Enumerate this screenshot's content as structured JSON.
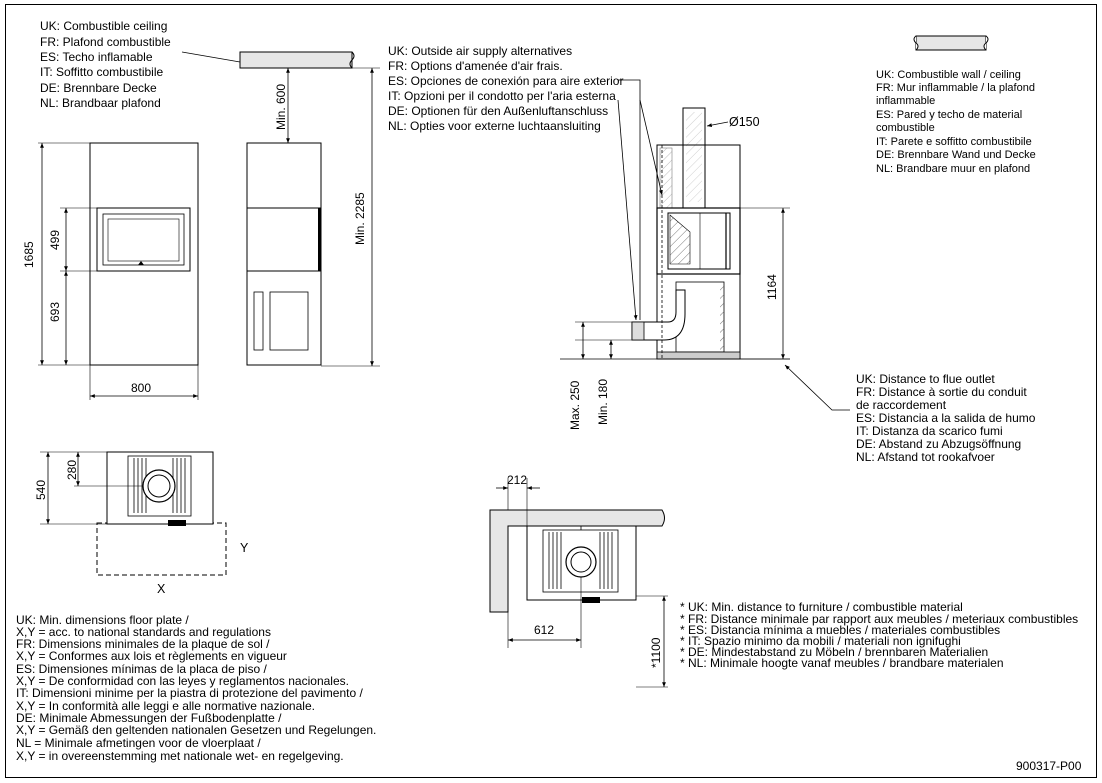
{
  "ceiling_note": [
    "UK: Combustible ceiling",
    "FR: Plafond combustible",
    "ES: Techo inflamable",
    "IT:  Soffitto combustibile",
    "DE: Brennbare Decke",
    "NL:  Brandbaar plafond"
  ],
  "air_supply_note": [
    "UK: Outside air supply alternatives",
    "FR: Options d'amenée d'air frais.",
    "ES: Opciones de conexión para aire exterior",
    "IT:  Opzioni per il condotto per l'aria esterna",
    "DE: Optionen für den Außenluftanschluss",
    "NL: Opties voor externe luchtaansluiting"
  ],
  "wall_note": [
    "UK: Combustible wall / ceiling",
    "FR: Mur inflammable / la plafond",
    "inflammable",
    "ES: Pared y techo de material",
    "combustible",
    "IT: Parete e soffitto combustibile",
    "DE: Brennbare Wand und Decke",
    "NL: Brandbare muur en plafond"
  ],
  "flue_note": [
    "UK: Distance to flue outlet",
    "FR: Distance à sortie du conduit",
    "de raccordement",
    "ES: Distancia a la salida de humo",
    "IT: Distanza da scarico fumi",
    "DE: Abstand zu Abzugsöffnung",
    "NL:  Afstand tot rookafvoer"
  ],
  "floor_plate_note": [
    "UK: Min. dimensions floor plate /",
    "X,Y = acc. to national standards and regulations",
    "FR: Dimensions minimales de la plaque de sol /",
    "X,Y = Conformes aux lois et règlements en vigueur",
    "ES: Dimensiones mínimas de la placa de piso /",
    "X,Y = De conformidad con las leyes y reglamentos nacionales.",
    "IT: Dimensioni minime per la piastra di protezione del pavimento /",
    "X,Y = In conformità alle leggi e alle normative nazionale.",
    "DE: Minimale Abmessungen der Fußbodenplatte /",
    "X,Y = Gemäß den geltenden nationalen Gesetzen und Regelungen.",
    "NL = Minimale afmetingen voor de vloerplaat /",
    "X,Y = in overeenstemming met nationale wet- en regelgeving."
  ],
  "furniture_note": [
    "* UK: Min. distance to furniture / combustible material",
    "* FR: Distance minimale par rapport aux meubles / meteriaux combustibles",
    "* ES: Distancia mínima a muebles / materiales combustibles",
    "* IT: Spazio minimo da mobili / materiali non ignifughi",
    "* DE: Mindestabstand zu Möbeln / brennbaren Materialien",
    "* NL: Minimale hoogte vanaf meubles / brandbare materialen"
  ],
  "dimensions": {
    "min_600": "Min. 600",
    "min_2285": "Min. 2285",
    "h_1685": "1685",
    "h_499": "499",
    "h_693": "693",
    "w_800": "800",
    "diam_150": "Ø150",
    "h_1164": "1164",
    "max_250": "Max. 250",
    "min_180": "Min. 180",
    "d_540": "540",
    "d_280": "280",
    "label_y": "Y",
    "label_x": "X",
    "d_212": "212",
    "d_612": "612",
    "d_1100": "*1100"
  },
  "doc_number": "900317-P00"
}
